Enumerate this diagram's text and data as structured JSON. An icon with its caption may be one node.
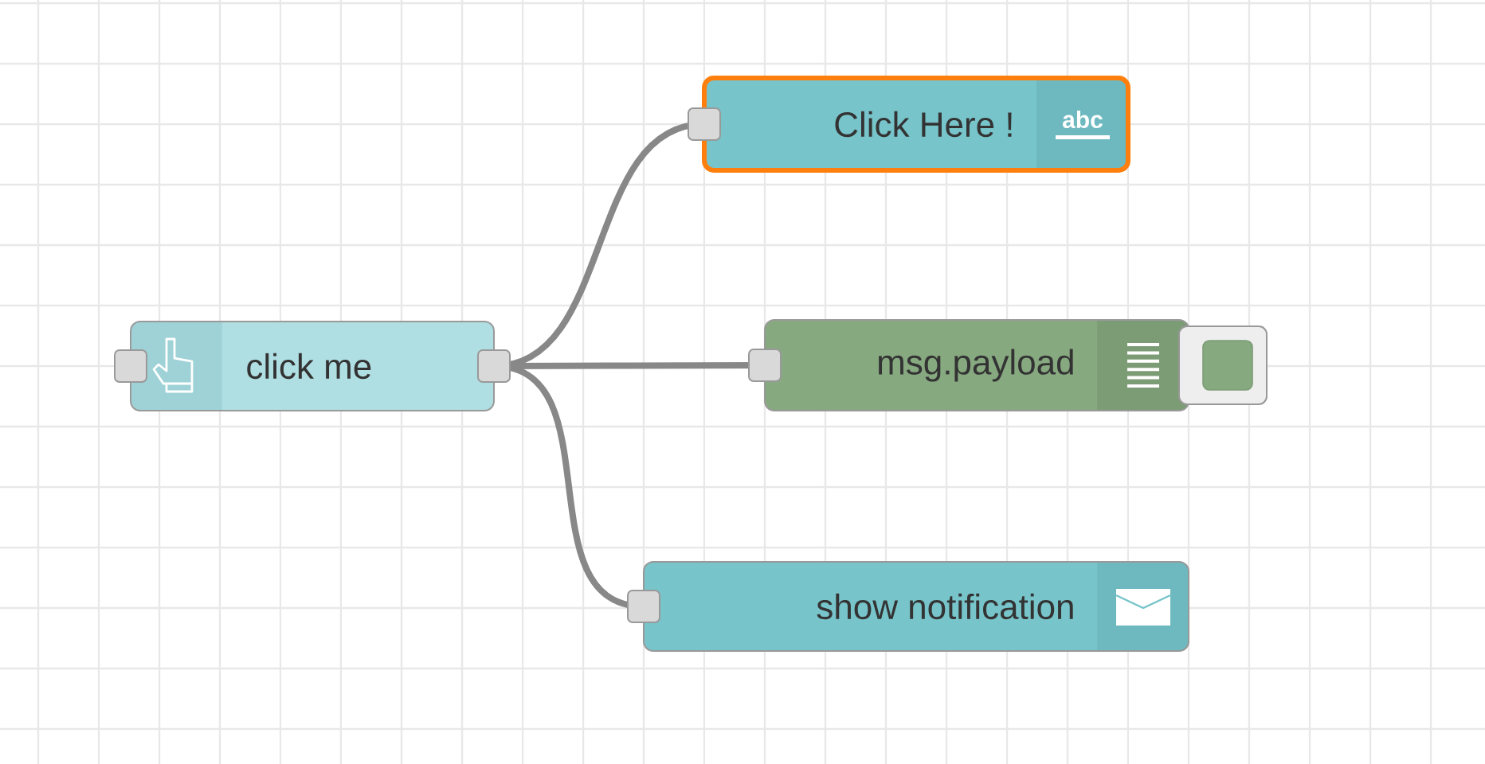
{
  "diagram": {
    "nodes": [
      {
        "text": [
          "click me"
        ]
      },
      {
        "text": [
          "Click Here !"
        ]
      },
      {
        "text": [
          "msg.payload"
        ]
      },
      {
        "text": [
          "show notification"
        ]
      }
    ],
    "edges": [
      {
        "from": 0,
        "to": 1,
        "arrow": "none"
      },
      {
        "from": 0,
        "to": 2,
        "arrow": "none"
      },
      {
        "from": 0,
        "to": 3,
        "arrow": "none"
      }
    ],
    "labels": [
      "abc"
    ]
  }
}
